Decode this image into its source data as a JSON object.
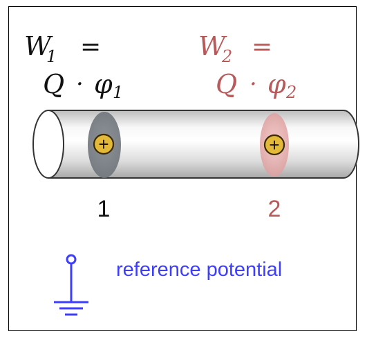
{
  "equations": {
    "left": {
      "line1_var": "W",
      "line1_sub": "1",
      "line1_eq": "=",
      "line2_q": "Q",
      "line2_dot": "·",
      "line2_phi": "φ",
      "line2_sub": "1",
      "color": "#111111"
    },
    "right": {
      "line1_var": "W",
      "line1_sub": "2",
      "line1_eq": "=",
      "line2_q": "Q",
      "line2_dot": "·",
      "line2_phi": "φ",
      "line2_sub": "2",
      "color": "#b85a5a"
    }
  },
  "charges": {
    "symbol": "+",
    "fill": "#e3b93a",
    "labels": {
      "one": "1",
      "two": "2"
    },
    "label_colors": {
      "one": "#111111",
      "two": "#b85a5a"
    },
    "band_colors": {
      "one": "#7f858c",
      "two": "#e6a8a8"
    }
  },
  "reference": {
    "text": "reference potential",
    "color": "#3d3dff",
    "icon": "ground-icon"
  }
}
